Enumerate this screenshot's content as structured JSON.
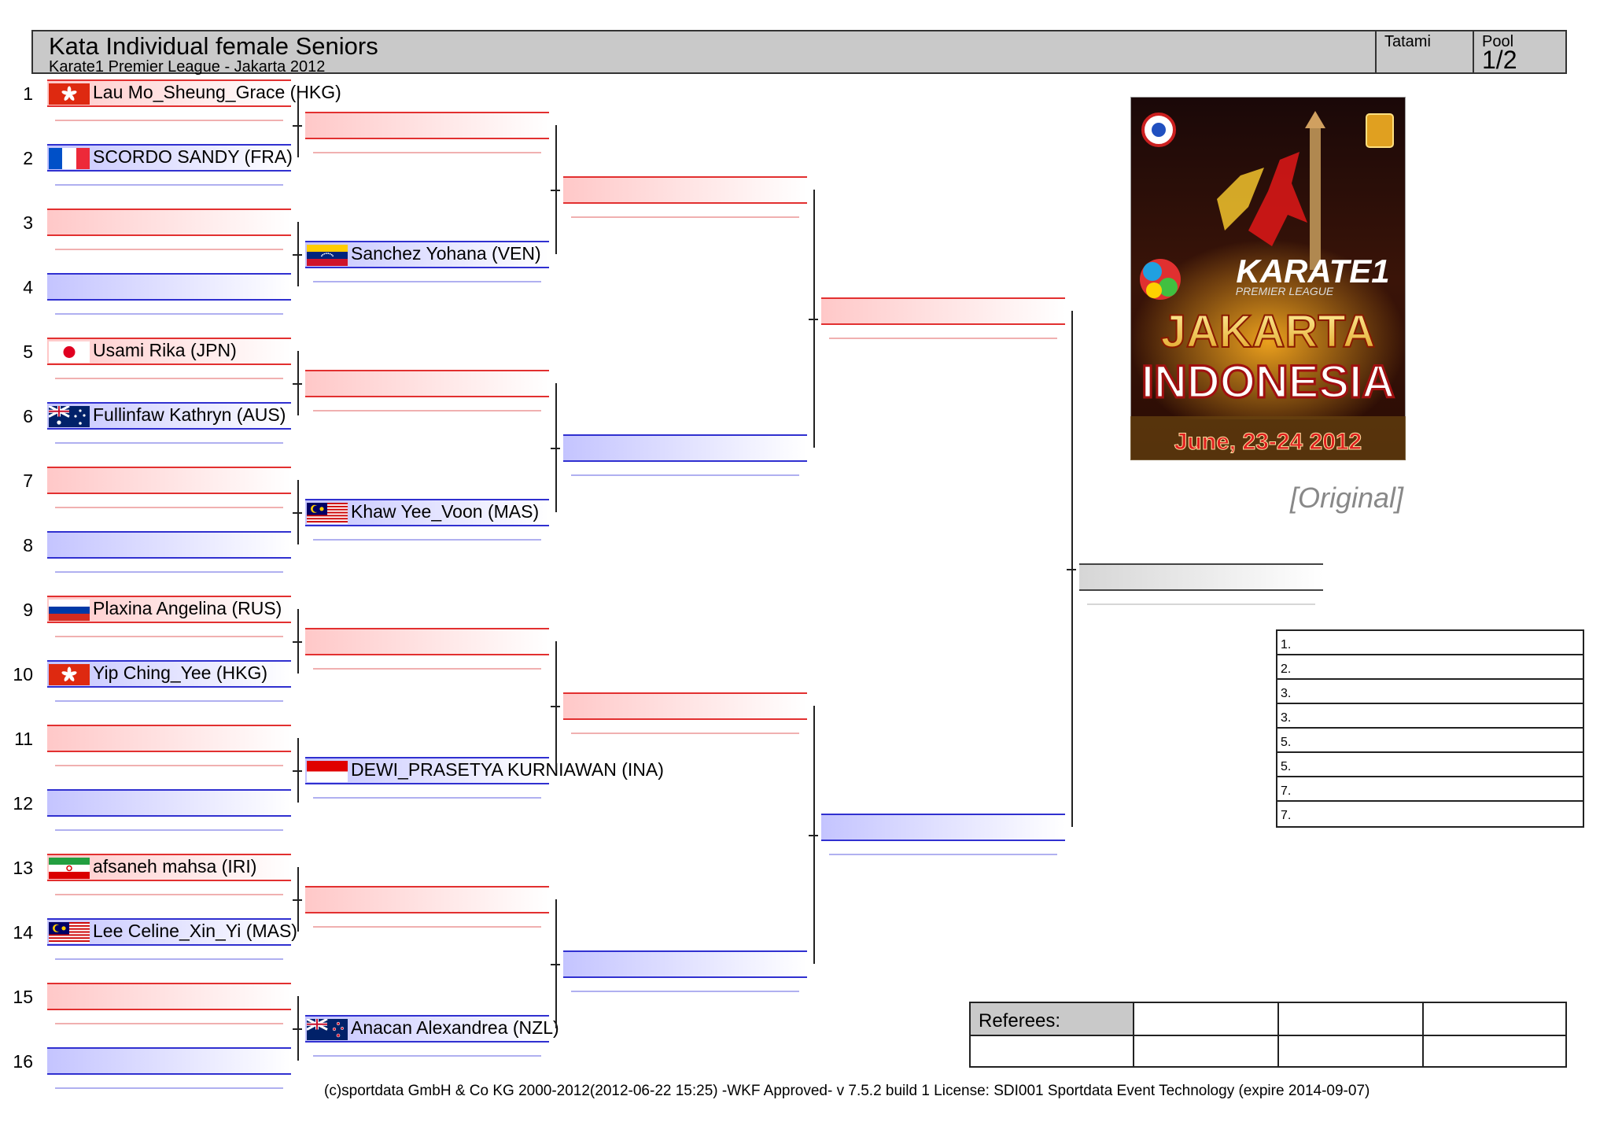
{
  "header": {
    "title": "Kata Individual female Seniors",
    "subtitle": "Karate1 Premier League - Jakarta 2012",
    "tatami_label": "Tatami",
    "tatami_value": "",
    "pool_label": "Pool",
    "pool_value": "1/2"
  },
  "colors": {
    "aka": "#e23030",
    "ao": "#3030d0",
    "header_bg": "#c9c9c9"
  },
  "round1": [
    {
      "seed": "1",
      "name": "Lau Mo_Sheung_Grace (HKG)",
      "flag": "HKG"
    },
    {
      "seed": "2",
      "name": "SCORDO SANDY (FRA)",
      "flag": "FRA"
    },
    {
      "seed": "3",
      "name": "",
      "flag": ""
    },
    {
      "seed": "4",
      "name": "",
      "flag": ""
    },
    {
      "seed": "5",
      "name": "Usami Rika (JPN)",
      "flag": "JPN"
    },
    {
      "seed": "6",
      "name": "Fullinfaw Kathryn (AUS)",
      "flag": "AUS"
    },
    {
      "seed": "7",
      "name": "",
      "flag": ""
    },
    {
      "seed": "8",
      "name": "",
      "flag": ""
    },
    {
      "seed": "9",
      "name": "Plaxina Angelina (RUS)",
      "flag": "RUS"
    },
    {
      "seed": "10",
      "name": "Yip Ching_Yee (HKG)",
      "flag": "HKG"
    },
    {
      "seed": "11",
      "name": "",
      "flag": ""
    },
    {
      "seed": "12",
      "name": "",
      "flag": ""
    },
    {
      "seed": "13",
      "name": "afsaneh mahsa (IRI)",
      "flag": "IRI"
    },
    {
      "seed": "14",
      "name": "Lee Celine_Xin_Yi (MAS)",
      "flag": "MAS"
    },
    {
      "seed": "15",
      "name": "",
      "flag": ""
    },
    {
      "seed": "16",
      "name": "",
      "flag": ""
    }
  ],
  "round2": [
    {
      "name": "",
      "flag": ""
    },
    {
      "name": "Sanchez Yohana (VEN)",
      "flag": "VEN"
    },
    {
      "name": "",
      "flag": ""
    },
    {
      "name": "Khaw Yee_Voon (MAS)",
      "flag": "MAS"
    },
    {
      "name": "",
      "flag": ""
    },
    {
      "name": "DEWI_PRASETYA KURNIAWAN (INA)",
      "flag": "INA"
    },
    {
      "name": "",
      "flag": ""
    },
    {
      "name": "Anacan Alexandrea (NZL)",
      "flag": "NZL"
    }
  ],
  "original_label": "[Original]",
  "poster": {
    "title_line1": "KARATE1",
    "title_line2": "PREMIER LEAGUE",
    "city": "JAKARTA",
    "country": "INDONESIA",
    "dates": "June, 23-24 2012"
  },
  "results": [
    "1.",
    "2.",
    "3.",
    "3.",
    "5.",
    "5.",
    "7.",
    "7."
  ],
  "referees_label": "Referees:",
  "footer": "(c)sportdata GmbH & Co KG 2000-2012(2012-06-22 15:25) -WKF Approved- v 7.5.2 build 1 License: SDI001 Sportdata Event Technology (expire 2014-09-07)"
}
